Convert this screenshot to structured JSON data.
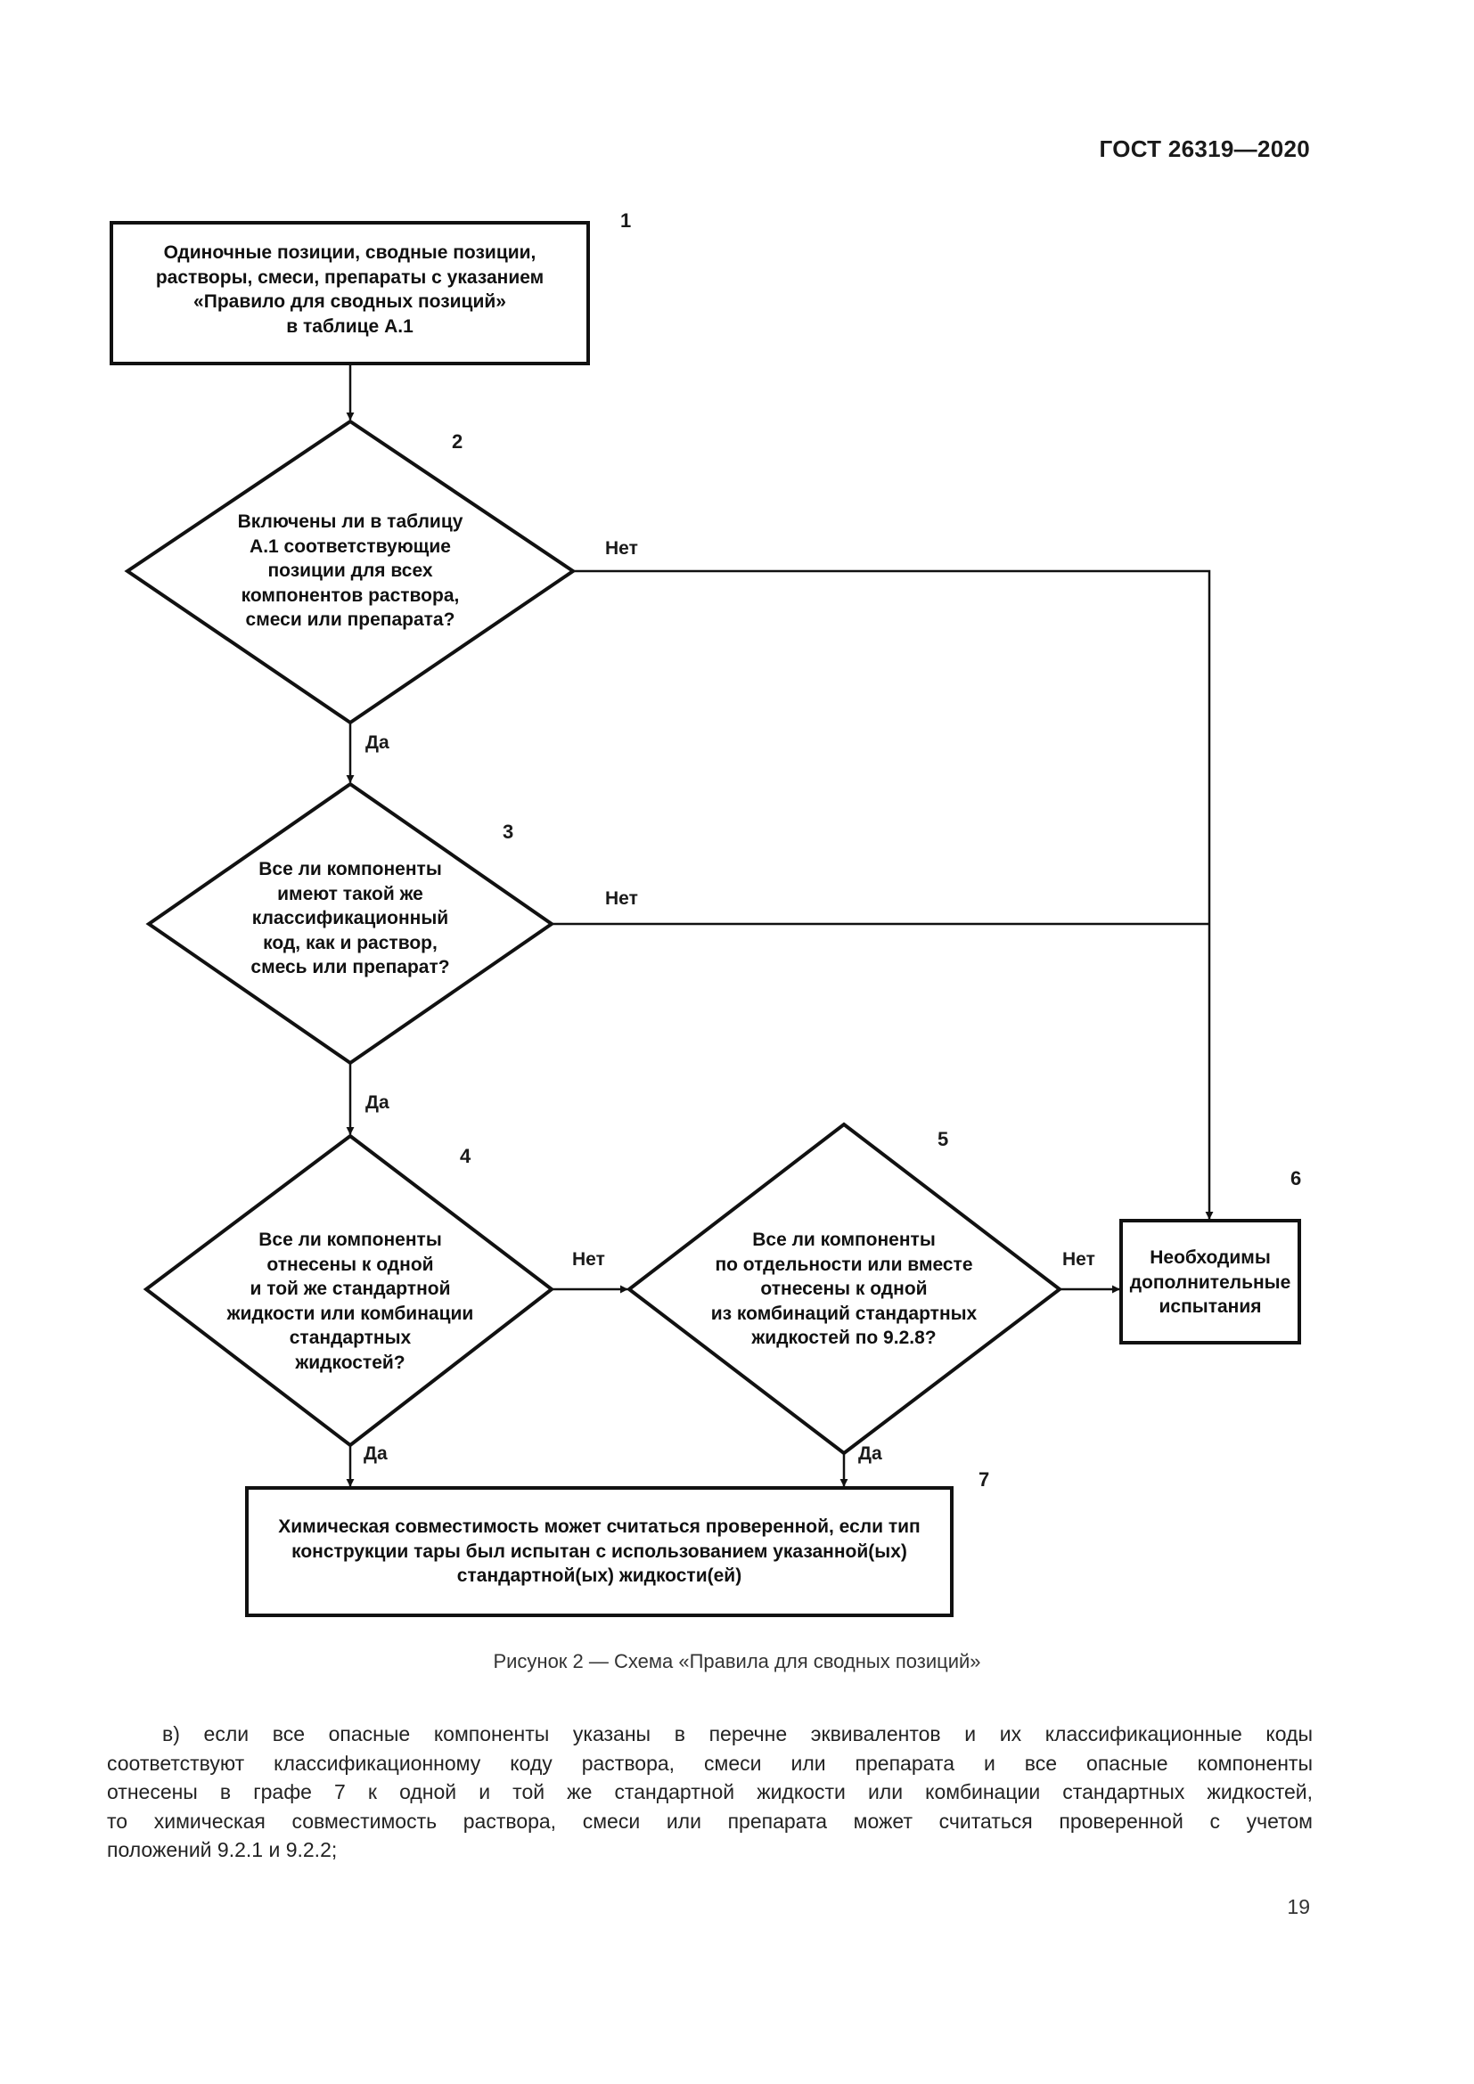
{
  "header": {
    "doc_code": "ГОСТ 26319—2020"
  },
  "flowchart": {
    "nodes": [
      {
        "id": "1",
        "number": "1",
        "shape": "rect",
        "lines": [
          "Одиночные позиции, сводные позиции,",
          "растворы, смеси, препараты с указанием",
          "«Правило для сводных позиций»",
          "в таблице А.1"
        ]
      },
      {
        "id": "2",
        "number": "2",
        "shape": "diamond",
        "lines": [
          "Включены ли в таблицу",
          "А.1 соответствующие",
          "позиции для всех",
          "компонентов раствора,",
          "смеси или препарата?"
        ]
      },
      {
        "id": "3",
        "number": "3",
        "shape": "diamond",
        "lines": [
          "Все ли компоненты",
          "имеют такой же",
          "классификационный",
          "код, как и раствор,",
          "смесь или препарат?"
        ]
      },
      {
        "id": "4",
        "number": "4",
        "shape": "diamond",
        "lines": [
          "Все ли компоненты",
          "отнесены к одной",
          "и той же стандартной",
          "жидкости или комбинации",
          "стандартных",
          "жидкостей?"
        ]
      },
      {
        "id": "5",
        "number": "5",
        "shape": "diamond",
        "lines": [
          "Все ли компоненты",
          "по отдельности или вместе",
          "отнесены к одной",
          "из комбинаций стандартных",
          "жидкостей по 9.2.8?"
        ]
      },
      {
        "id": "6",
        "number": "6",
        "shape": "rect",
        "lines": [
          "Необходимы",
          "дополнительные",
          "испытания"
        ]
      },
      {
        "id": "7",
        "number": "7",
        "shape": "rect",
        "lines": [
          "Химическая совместимость может считаться проверенной, если тип",
          "конструкции тары был испытан с использованием указанной(ых)",
          "стандартной(ых) жидкости(ей)"
        ]
      }
    ],
    "edge_labels": {
      "e2_no": "Нет",
      "e2_yes": "Да",
      "e3_no": "Нет",
      "e3_yes": "Да",
      "e4_no": "Нет",
      "e4_yes": "Да",
      "e5_no": "Нет",
      "e5_yes": "Да"
    }
  },
  "caption": "Рисунок 2 — Схема «Правила для сводных позиций»",
  "body": {
    "paragraph_lines": [
      "в)  если все опасные компоненты указаны в перечне эквивалентов и их классификационные коды",
      "соответствуют классификационному коду раствора, смеси или препарата и все опасные компоненты",
      "отнесены в графе 7 к одной и той же стандартной жидкости или комбинации стандартных жидкостей,",
      "то химическая совместимость раствора, смеси или препарата может считаться проверенной с учетом",
      "положений 9.2.1 и 9.2.2;"
    ]
  },
  "page_number": "19"
}
